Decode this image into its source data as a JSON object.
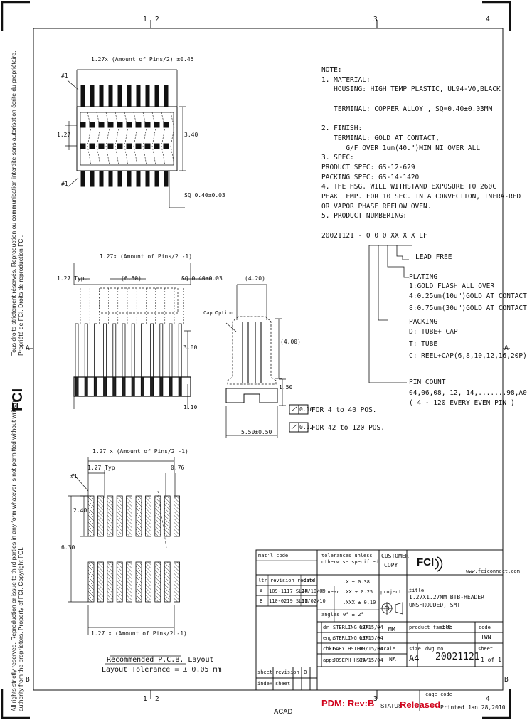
{
  "border": {
    "col_top": [
      "1",
      "2",
      "3",
      "4"
    ],
    "col_bottom": [
      "1",
      "2",
      "3",
      "4"
    ],
    "row_left": [
      "A",
      "B"
    ],
    "row_right": [
      "A",
      "B"
    ]
  },
  "side_text": {
    "copyright": "All rights strictly reserved. Reproduction or issue to third parties in any form whatever is not permitted without written authority from the proprietors. Property of FCI. Copyright FCI.",
    "logo": "FCI",
    "french": "Tous droits strictement réservés. Reproduction ou communication interdite sans autorisation écrite du propriétaire. Propriété de FCI. Droits de reproduction FCI."
  },
  "top_view": {
    "dim_top": "1.27x (Amount of Pins/2) ±0.45",
    "pin1_top": "#1",
    "pin1_bottom": "#1",
    "dim_pitch": "1.27",
    "dim_height": "3.40",
    "dim_sq": "SQ 0.40±0.03"
  },
  "front_view": {
    "dim_top": "1.27x (Amount of Pins/2 -1)",
    "dim_typ": "1.27 Typ.",
    "dim_650": "(6.50)",
    "dim_sq": "SQ 0.40±0.03",
    "dim_300": "3.00",
    "dim_110": "1.10"
  },
  "side_view": {
    "dim_420": "(4.20)",
    "cap_label": "Cap Option",
    "dim_400": "(4.00)",
    "dim_150": "1.50",
    "dim_width": "5.50±0.50"
  },
  "flatness": {
    "f1_val": "0.10",
    "f1_text": "FOR 4 to 40 POS.",
    "f2_val": "0.12",
    "f2_text": "FOR 42 to 120 POS."
  },
  "pcb": {
    "dim_top": "1.27 x (Amount of Pins/2 -1)",
    "dim_typ": "1.27 Typ",
    "dim_076": "0.76",
    "pin1": "#1",
    "dim_240": "2.40",
    "dim_630": "6.30",
    "dim_bottom": "1.27 x (Amount of Pins/2 -1)",
    "title1": "Recommended P.C.B. Layout",
    "title2": "Layout Tolerance = ± 0.05 mm"
  },
  "notes": [
    "NOTE:",
    "1. MATERIAL:",
    "   HOUSING: HIGH TEMP PLASTIC, UL94-V0,BLACK",
    "",
    "   TERMINAL: COPPER ALLOY , SQ=0.40±0.03MM",
    "",
    "2. FINISH:",
    "   TERMINAL: GOLD AT CONTACT,",
    "      G/F OVER 1um(40u\")MIN NI OVER ALL",
    "3. SPEC:",
    "PRODUCT SPEC: GS-12-629",
    "PACKING SPEC: GS-14-1420",
    "4. THE HSG. WILL WITHSTAND EXPOSURE TO 260C",
    "PEAK TEMP. FOR 10 SEC. IN A CONVECTION, INFRA-RED",
    "OR VAPOR PHASE REFLOW OVEN.",
    "5. PRODUCT NUMBERING:"
  ],
  "part_numbering": {
    "part_code": "20021121 - 0 0 0 XX X X LF",
    "lead_free": "LEAD FREE",
    "plating_title": "PLATING",
    "plating_1": "1:GOLD FLASH ALL OVER",
    "plating_4": "4:0.25um(10u\")GOLD AT CONTACT",
    "plating_8": "8:0.75um(30u\")GOLD AT CONTACT",
    "packing_title": "PACKING",
    "packing_d": "D: TUBE+ CAP",
    "packing_t": "T: TUBE",
    "packing_c": "C: REEL+CAP(6,8,10,12,16,20P)",
    "pincount_title": "PIN COUNT",
    "pincount_1": "04,06,08, 12, 14,.......98,A0",
    "pincount_2": "( 4 - 120 EVERY EVEN PIN )"
  },
  "title_block": {
    "mat_code": "mat'l code",
    "tolerances_1": "tolerances unless",
    "tolerances_2": "otherwise specified",
    "customer_1": "CUSTOMER",
    "customer_2": "COPY",
    "website": "www.fciconnect.com",
    "tol_x": ".X ± 0.38",
    "tol_xx": ".XX ± 0.25",
    "tol_xxx": ".XXX ± 0.10",
    "linear": "linear",
    "angles_label": "angles",
    "angles_val": "0° ± 2°",
    "projection": "projection",
    "title_label": "title",
    "title_1": "1.27X1.27MM BTB-HEADER",
    "title_2": "UNSHROUDED, SMT",
    "ltr": "ltr",
    "revision_record": "revision record",
    "date": "date",
    "rev_a_ltr": "A",
    "rev_a_rec": "109-1117 SLIN",
    "rev_a_date": "24/10/09",
    "rev_b_ltr": "B",
    "rev_b_rec": "110-0219 SLIN",
    "rev_b_date": "01/02/10",
    "dr": "dr",
    "dr_name": "STERLING LIN",
    "dr_date": "09/15/04",
    "engr": "engr",
    "engr_name": "STERLING LIN",
    "engr_date": "09/15/04",
    "chkr": "chkr",
    "chkr_name": "GARY HSIEH",
    "chkr_date": "09/15/04",
    "apps": "apps",
    "apps_name": "JOSEPH HSIA",
    "apps_date": "09/15/04",
    "mm": "MM",
    "product_family": "product family",
    "product_family_val": "585",
    "code_label": "code",
    "code_val": "TWN",
    "scale": "scale",
    "scale_val": "NA",
    "size": "size",
    "dwg_no": "dwg no",
    "size_val": "A4",
    "dwg_no_val": "20021121",
    "sheet_label": "sheet",
    "sheet_val": "1 of 1",
    "sheet_b": "sheet",
    "revision_b": "revision",
    "revision_b_val": "B",
    "index_b": "index",
    "sheet_b2": "sheet",
    "cage_code": "cage code",
    "printed": "Printed Jan 28,2010"
  },
  "footer": {
    "acad": "ACAD",
    "pdm": "PDM: Rev:B",
    "status": "STATUS:",
    "released": "Released"
  }
}
